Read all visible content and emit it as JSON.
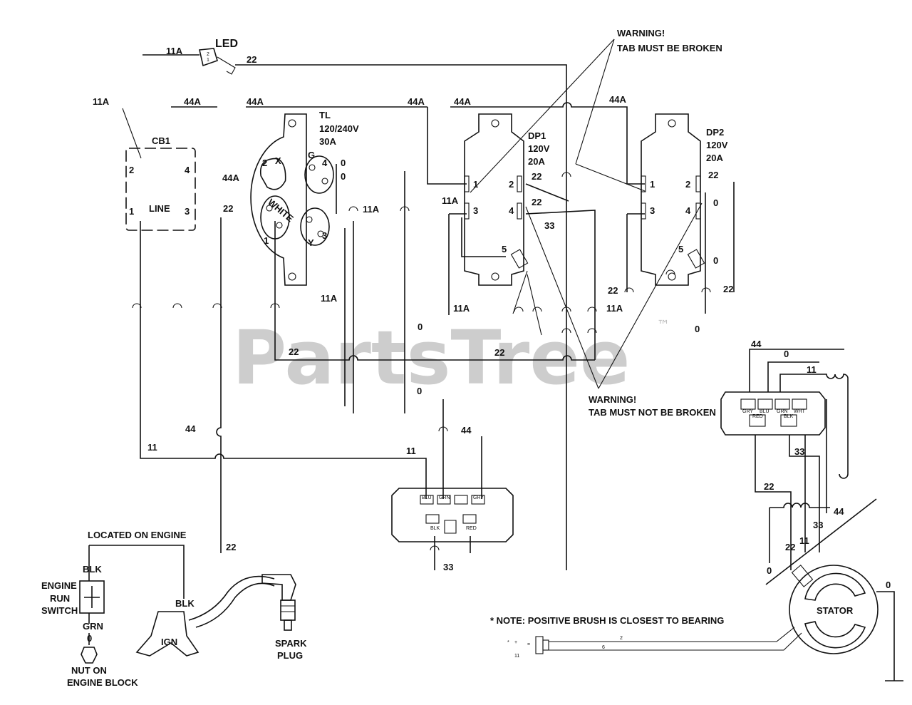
{
  "watermark": {
    "text": "PartsTree",
    "tm": "™"
  },
  "components": {
    "led": "LED",
    "cb1": "CB1",
    "cb1_line": "LINE",
    "cb1_t1": "1",
    "cb1_t2": "2",
    "cb1_t3": "3",
    "cb1_t4": "4",
    "tl": [
      "TL",
      "120/240V",
      "30A"
    ],
    "tl_white": "WHITE",
    "tl_x": "X",
    "tl_y": "Y",
    "tl_g": "G",
    "tl_n1": "1",
    "tl_n2": "2",
    "tl_n3": "3",
    "tl_n4": "4",
    "dp1": [
      "DP1",
      "120V",
      "20A"
    ],
    "dp2": [
      "DP2",
      "120V",
      "20A"
    ],
    "dp_t1": "1",
    "dp_t2": "2",
    "dp_t3": "3",
    "dp_t4": "4",
    "dp_t5": "5",
    "warning_broken": [
      "WARNING!",
      "TAB MUST BE BROKEN"
    ],
    "warning_not_broken": [
      "WARNING!",
      "TAB MUST NOT BE BROKEN"
    ],
    "located_on_engine": "LOCATED ON ENGINE",
    "engine_switch": [
      "ENGINE",
      "RUN",
      "SWITCH"
    ],
    "blk": "BLK",
    "grn": "GRN",
    "zero": "0",
    "nut": [
      "NUT ON",
      "ENGINE BLOCK"
    ],
    "ign": "IGN",
    "spark_plug": [
      "SPARK",
      "PLUG"
    ],
    "stator": "STATOR",
    "note": "* NOTE: POSITIVE BRUSH IS CLOSEST TO BEARING",
    "regulator_pins": [
      "BLU",
      "GRN",
      "GRY",
      "BLK",
      "RED"
    ],
    "stator_conn_pins": [
      "GRY",
      "BLU",
      "GRN",
      "WHT",
      "RED",
      "BLK"
    ],
    "brush_wires": [
      "2",
      "6"
    ]
  },
  "wire_labels": {
    "l11A_top": "11A",
    "l22_top": "22",
    "l11A_cb": "11A",
    "l44A_a": "44A",
    "l44A_b": "44A",
    "l44A_c": "44A",
    "l44A_d": "44A",
    "l44A_e": "44A",
    "l44A_side": "44A",
    "l22_cb": "22",
    "l0_a": "0",
    "l0_b": "0",
    "l11A_mid": "11A",
    "l11A_dp1": "11A",
    "l22_dp1a": "22",
    "l22_dp1b": "22",
    "l33_dp1": "33",
    "l22_dp2": "22",
    "l0_dp2a": "0",
    "l0_dp2b": "0",
    "l11A_tlb": "11A",
    "l11A_bot1": "11A",
    "l11A_bot2": "11A",
    "l22_bot": "22",
    "l22_right": "22",
    "l0_mid": "0",
    "l0_right": "0",
    "l22_bus1": "22",
    "l22_bus2": "22",
    "l0_reg": "0",
    "l44_left": "44",
    "l11_left": "11",
    "l11_reg": "11",
    "l44_reg": "44",
    "l22_bl": "22",
    "l33_reg": "33",
    "l44_stator": "44",
    "l0_stator": "0",
    "l11_stator": "11",
    "l33_stator": "33",
    "l22_stator": "22",
    "l44_stator2": "44",
    "l22_stator2": "22",
    "l11_stator2": "11",
    "l33_stator2": "33",
    "l0_stator2": "0",
    "l0_ground": "0"
  }
}
